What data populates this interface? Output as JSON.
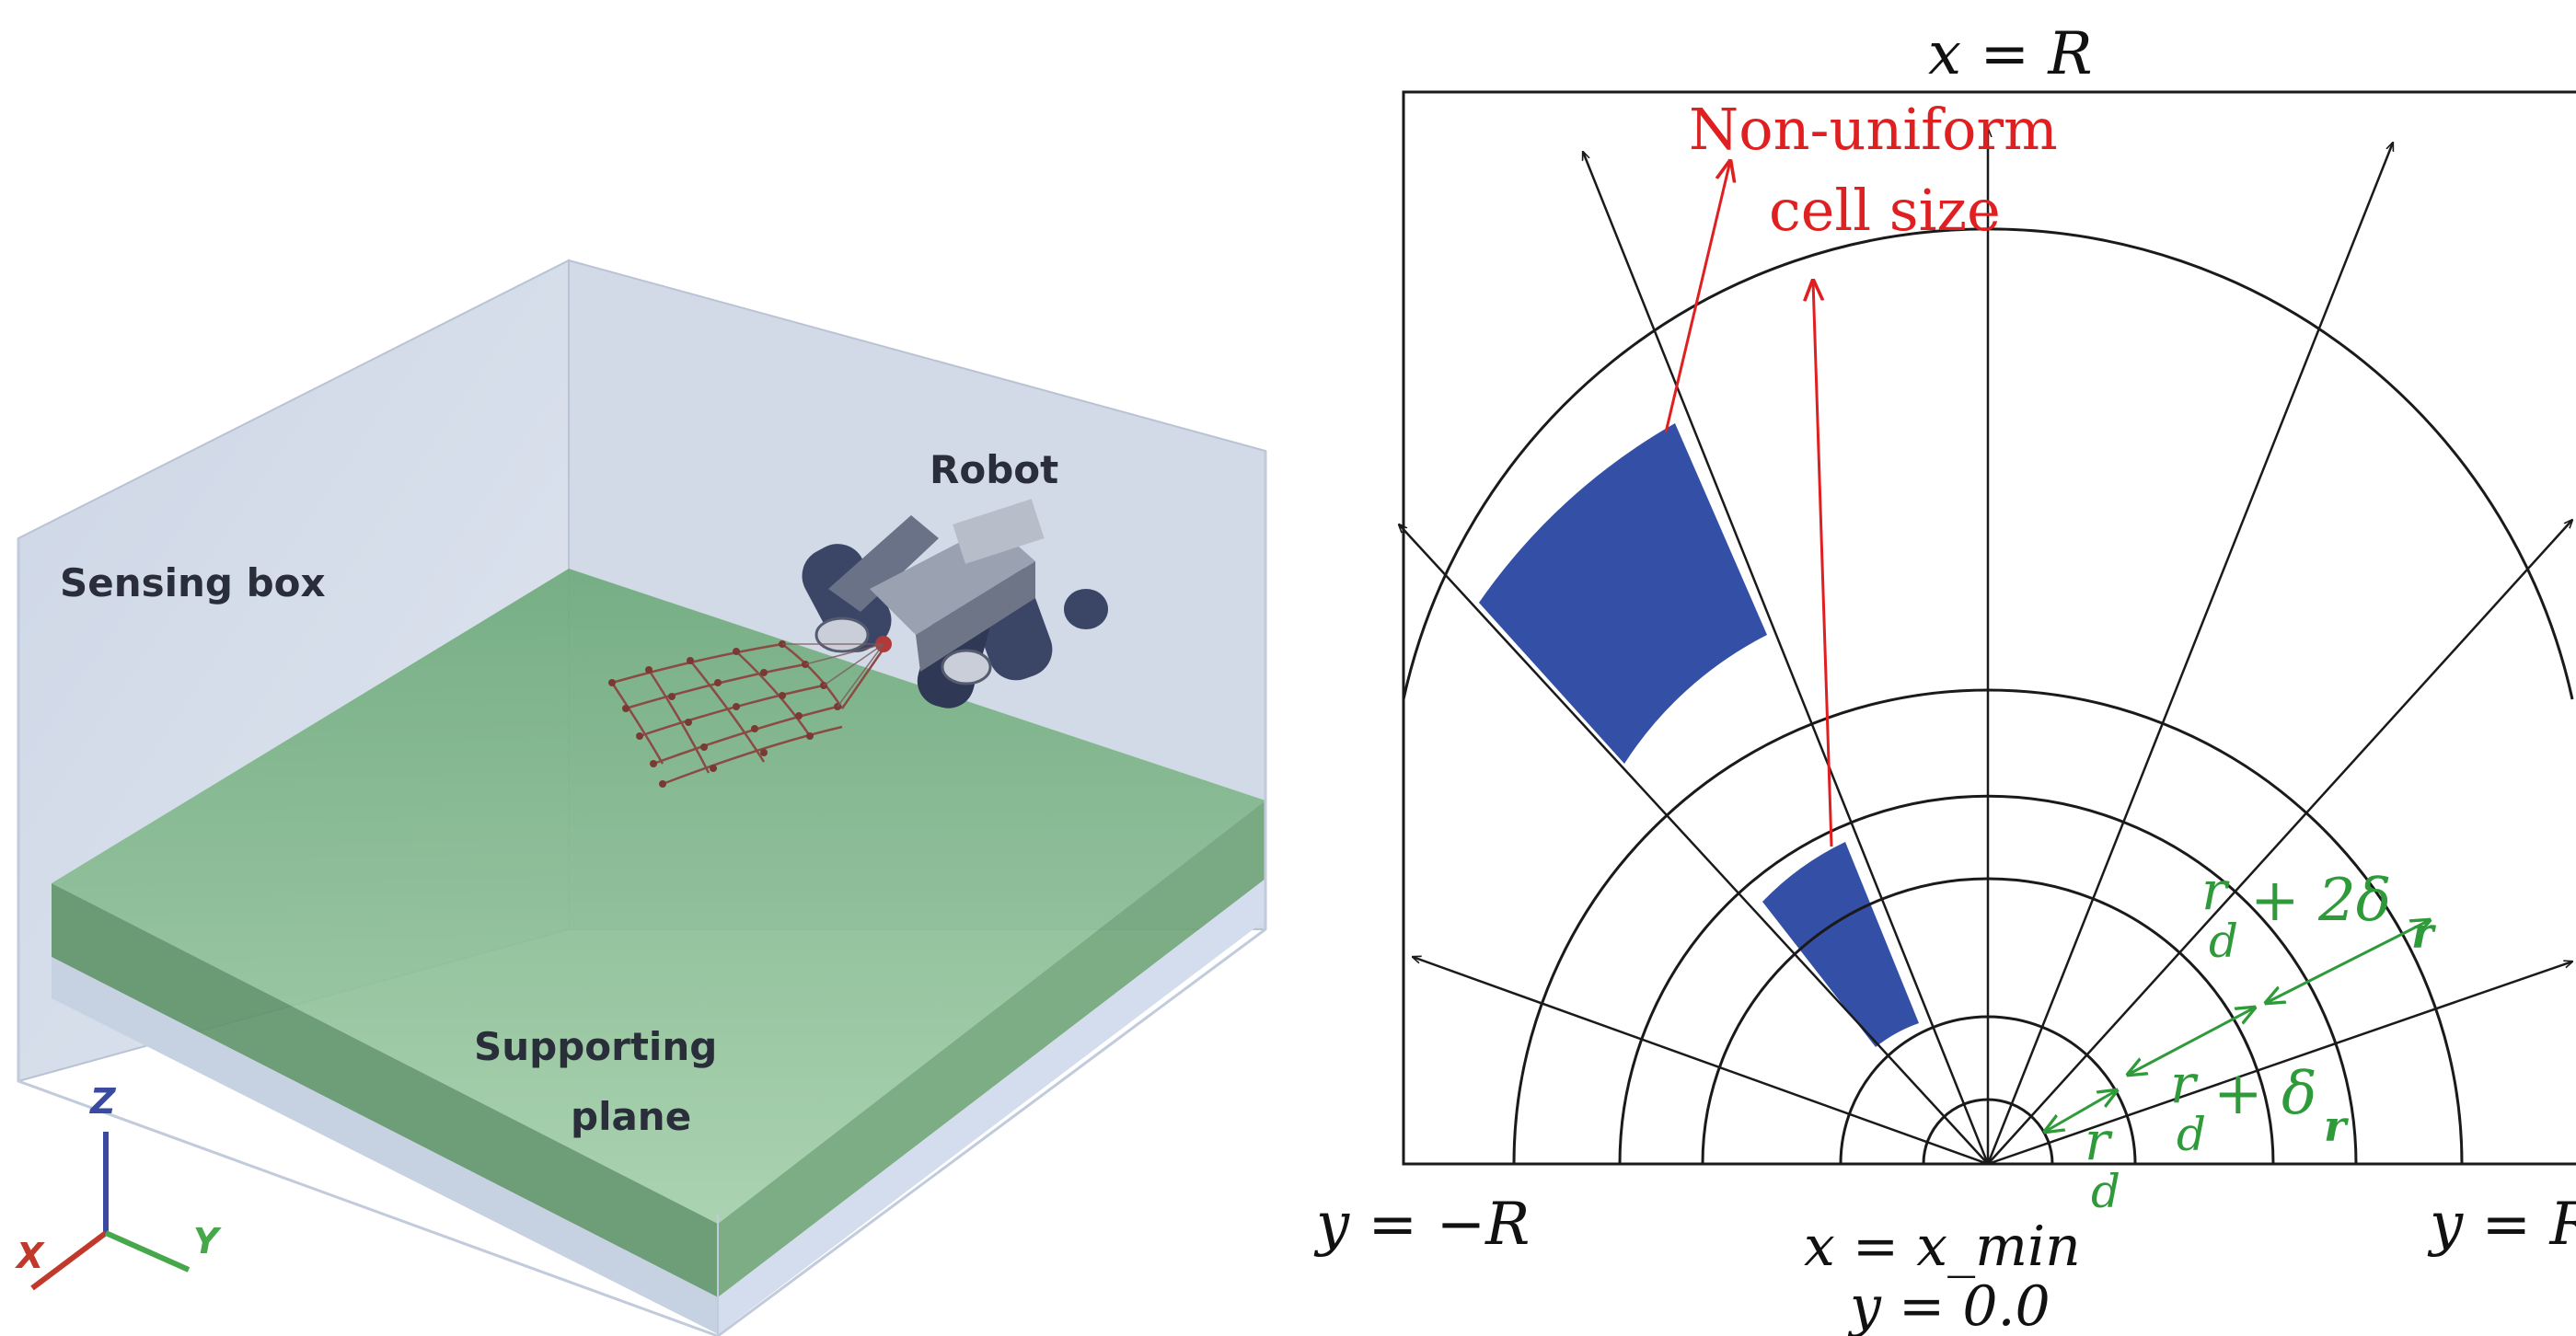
{
  "left_panel": {
    "labels": {
      "sensing_box": "Sensing box",
      "robot": "Robot",
      "supporting_plane_line1": "Supporting",
      "supporting_plane_line2": "plane"
    },
    "axes": {
      "z": "Z",
      "x": "X",
      "y": "Y"
    },
    "colors": {
      "box_face": "#c9d3e3",
      "plane": "#7fb98c",
      "plane_dark": "#5f8f68",
      "grid": "#8b4a44",
      "axis_z": "#3a4aa0",
      "axis_x": "#c0392b",
      "axis_y": "#46a84b"
    }
  },
  "right_panel": {
    "labels": {
      "top": "x = R",
      "left": "y = −R",
      "right": "y = R",
      "bottom_line1": "x = x_min",
      "bottom_line2": "y = 0.0",
      "annotation_line1": "Non-uniform",
      "annotation_line2": "cell size",
      "r_d": "r",
      "r_d_sub": "d",
      "r_d_plus_delta": "+ δ",
      "r_d_plus_2delta": "+ 2δ",
      "delta_sub": "r"
    },
    "colors": {
      "grid": "#1a1a1a",
      "cell_fill": "#3350a6",
      "annotation": "#e02020",
      "dimension": "#2e9a3a"
    }
  }
}
